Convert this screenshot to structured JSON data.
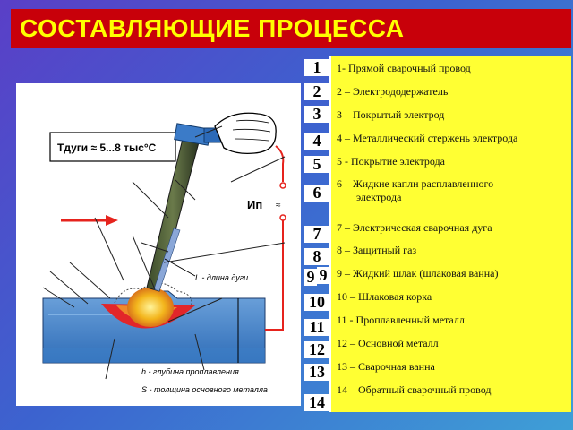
{
  "title": "СОСТАВЛЯЮЩИЕ ПРОЦЕССА",
  "diagram": {
    "temp_label": "Тдуги ≈ 5...8 тыс°С",
    "source_label": "Ип",
    "ac_symbol": "≈",
    "arc_length_label": "L - длина дуги",
    "depth_label": "h - глубина проплавления",
    "thickness_label": "S - толщина основного металла"
  },
  "numbers": [
    "1",
    "2",
    "3",
    "4",
    "5",
    "6",
    "7",
    "8",
    "9",
    "9",
    "10",
    "11",
    "12",
    "13",
    "14"
  ],
  "legend": [
    {
      "text": "1- Прямой сварочный провод"
    },
    {
      "text": "2 – Электрододержатель"
    },
    {
      "text": "3 – Покрытый электрод"
    },
    {
      "text": "4 – Металлический стержень электрода"
    },
    {
      "text": "5 - Покрытие электрода"
    },
    {
      "text": "6 – Жидкие капли расплавленного",
      "cont": "электрода"
    },
    {
      "text": "7 – Электрическая сварочная дуга"
    },
    {
      "text": "8 – Защитный газ"
    },
    {
      "text": "9 – Жидкий шлак (шлаковая ванна)"
    },
    {
      "text": "10 – Шлаковая корка"
    },
    {
      "text": "11 -  Проплавленный металл"
    },
    {
      "text": "12 – Основной металл"
    },
    {
      "text": "13 – Сварочная ванна"
    },
    {
      "text": "14 – Обратный сварочный провод"
    }
  ]
}
